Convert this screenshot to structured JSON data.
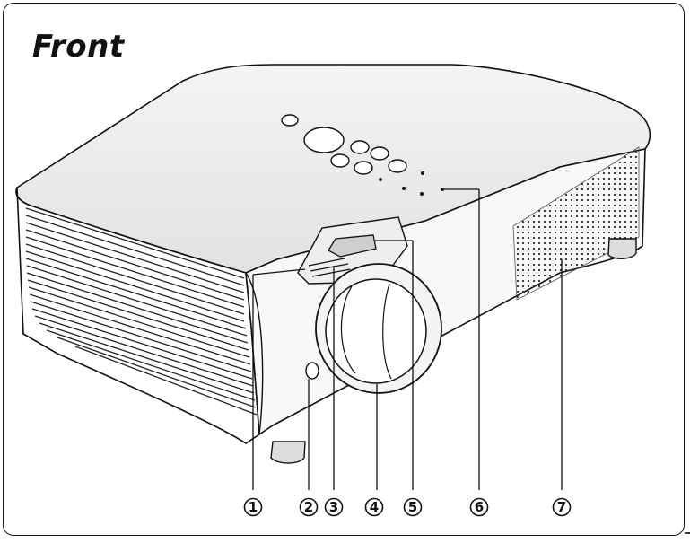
{
  "title": "Front",
  "callouts": [
    {
      "number": "1"
    },
    {
      "number": "2"
    },
    {
      "number": "3"
    },
    {
      "number": "4"
    },
    {
      "number": "5"
    },
    {
      "number": "6"
    },
    {
      "number": "7"
    }
  ],
  "colors": {
    "outline": "#111111",
    "body_shade": "#e9e9e9",
    "background": "#ffffff"
  }
}
